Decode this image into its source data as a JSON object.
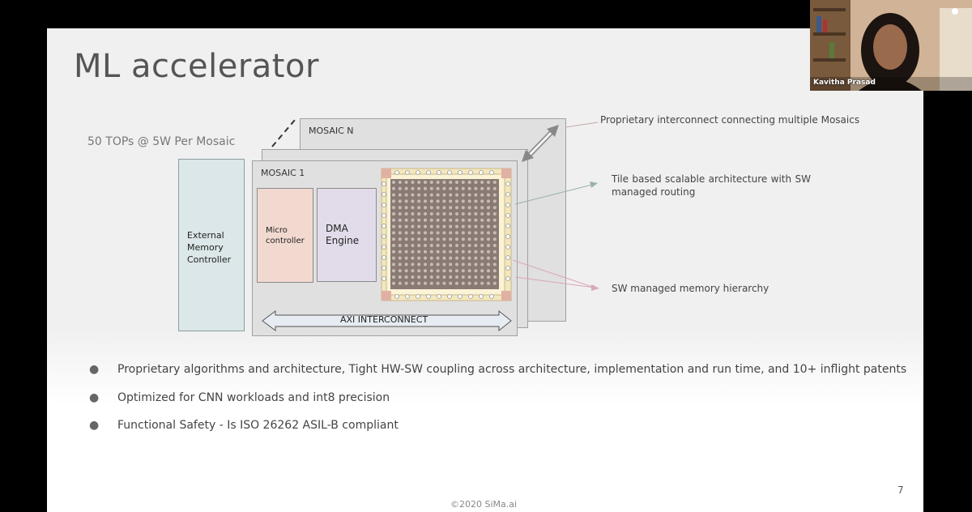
{
  "slide": {
    "title": "ML accelerator",
    "tops_label": "50 TOPs @ 5W Per Mosaic",
    "diagram": {
      "mosaic_n_label": "MOSAIC N",
      "mosaic_1_label": "MOSAIC 1",
      "external_memory_label_lines": [
        "External",
        "Memory",
        "Controller"
      ],
      "micro_controller_label_lines": [
        "Micro",
        "controller"
      ],
      "dma_engine_label_lines": [
        "DMA",
        "Engine"
      ],
      "axi_label": "AXI INTERCONNECT",
      "colors": {
        "external_memory": "#dbe7e8",
        "micro_controller": "#f2d9cf",
        "dma_engine": "#e2dcea",
        "tile_grid": "#8a7a74",
        "tile_border": "#f3e7bd",
        "mosaic": "#e0e0e0"
      }
    },
    "callouts": [
      "Proprietary interconnect connecting multiple Mosaics",
      "Tile  based  scalable  architecture  with SW managed routing",
      "SW managed memory hierarchy"
    ],
    "bullets": [
      "Proprietary algorithms and architecture, Tight HW-SW coupling across architecture, implementation and run time, and 10+ inflight patents",
      "Optimized for CNN workloads and int8 precision",
      "Functional Safety - Is ISO 26262 ASIL-B compliant"
    ],
    "bullet_symbol": "●",
    "page_number": "7",
    "copyright": "©2020 SiMa.ai"
  },
  "webcam": {
    "participant_name": "Kavitha Prasad",
    "icon": "person-video-icon"
  }
}
